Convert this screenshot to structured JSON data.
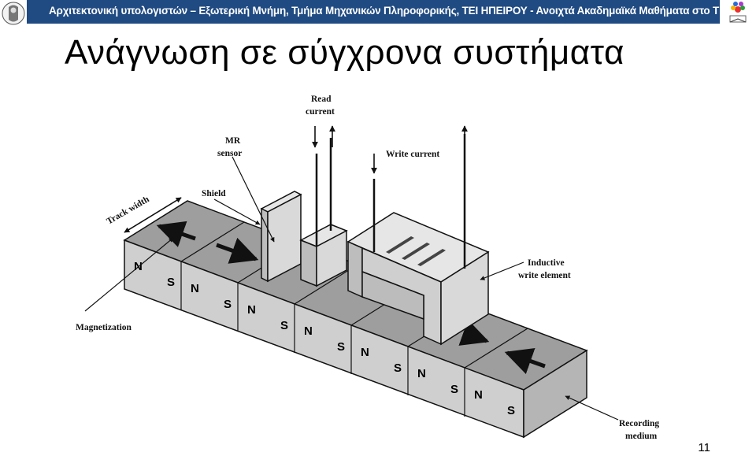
{
  "header": {
    "text": "Αρχιτεκτονική υπολογιστών – Εξωτερική Μνήμη, Τμήμα Μηχανικών Πληροφορικής, ΤΕΙ ΗΠΕΙΡΟΥ - Ανοιχτά Ακαδημαϊκά Μαθήματα στο ΤΕΙ Ηπείρου"
  },
  "title": "Ανάγνωση σε σύγχρονα συστήματα",
  "diagram": {
    "labels": {
      "read_current_1": "Read",
      "read_current_2": "current",
      "mr_sensor_1": "MR",
      "mr_sensor_2": "sensor",
      "write_current": "Write current",
      "shield": "Shield",
      "track_width": "Track width",
      "inductive_1": "Inductive",
      "inductive_2": "write element",
      "magnetization": "Magnetization",
      "recording_1": "Recording",
      "recording_2": "medium"
    },
    "poles": [
      "N",
      "S",
      "N",
      "S",
      "N",
      "S",
      "N",
      "S",
      "N",
      "S",
      "N",
      "S",
      "N",
      "S"
    ]
  },
  "page_number": "11"
}
